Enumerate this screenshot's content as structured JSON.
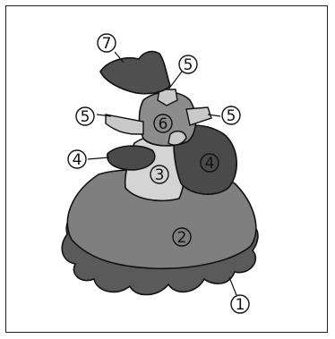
{
  "colors": {
    "frill": "#5a5a5a",
    "skirt": "#7f7f7f",
    "apron": "#d4d4d4",
    "sleeve_dark": "#4a4a4a",
    "body": "#8c8c8c",
    "arm": "#c9c9c9",
    "hat": "#4f4f4f",
    "outline": "#111111"
  },
  "labels": {
    "frill": "1",
    "skirt": "2",
    "apron": "3",
    "sleeve_left": "4",
    "sleeve_right": "4",
    "cuff_top": "5",
    "cuff_left": "5",
    "cuff_right": "5",
    "bodice": "6",
    "hat": "7"
  }
}
